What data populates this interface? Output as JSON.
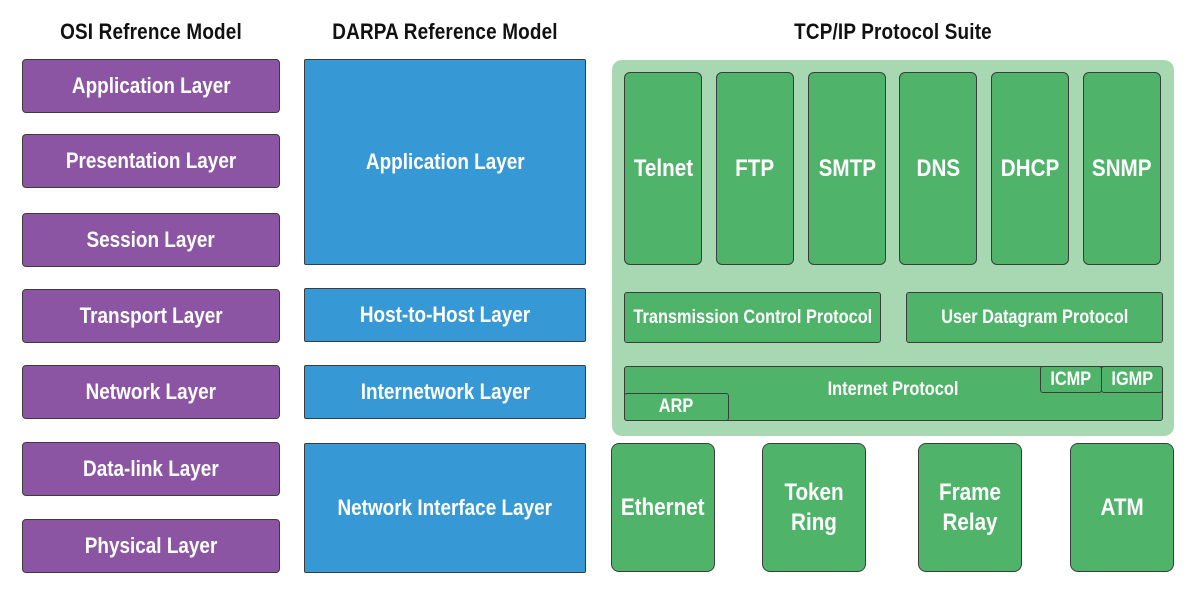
{
  "headings": {
    "osi": "OSI Refrence Model",
    "darpa": "DARPA Reference Model",
    "tcpip": "TCP/IP Protocol Suite"
  },
  "osi_layers": [
    "Application Layer",
    "Presentation Layer",
    "Session Layer",
    "Transport Layer",
    "Network Layer",
    "Data-link Layer",
    "Physical Layer"
  ],
  "darpa_layers": [
    "Application Layer",
    "Host-to-Host Layer",
    "Internetwork Layer",
    "Network Interface Layer"
  ],
  "application_protocols": [
    "Telnet",
    "FTP",
    "SMTP",
    "DNS",
    "DHCP",
    "SNMP"
  ],
  "transport_protocols": [
    "Transmission Control Protocol",
    "User Datagram Protocol"
  ],
  "internet_layer": {
    "main": "Internet Protocol",
    "arp": "ARP",
    "icmp": "ICMP",
    "igmp": "IGMP"
  },
  "network_interfaces": [
    "Ethernet",
    "Token Ring",
    "Frame Relay",
    "ATM"
  ],
  "colors": {
    "osi": "#8b55a3",
    "darpa": "#3798d6",
    "protocol": "#4fb46a",
    "suite_background": "#a8d8b2"
  }
}
